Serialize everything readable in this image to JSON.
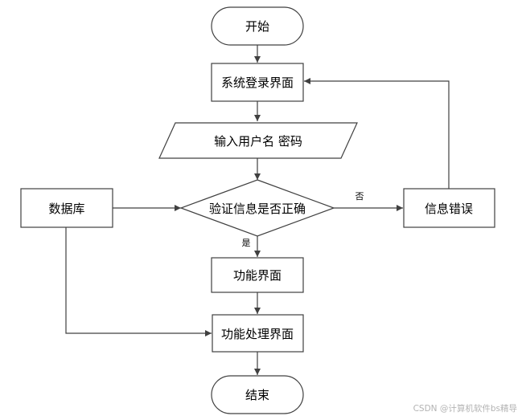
{
  "nodes": {
    "start": "开始",
    "login": "系统登录界面",
    "input": "输入用户名 密码",
    "verify": "验证信息是否正确",
    "database": "数据库",
    "error": "信息错误",
    "function_page": "功能界面",
    "function_process": "功能处理界面",
    "end": "结束"
  },
  "edges": {
    "no_label": "否",
    "yes_label": "是"
  },
  "watermark": "CSDN @计算机软件bs精导",
  "colors": {
    "stroke": "#404040",
    "fill": "#ffffff",
    "watermark": "#b3b3b3"
  }
}
